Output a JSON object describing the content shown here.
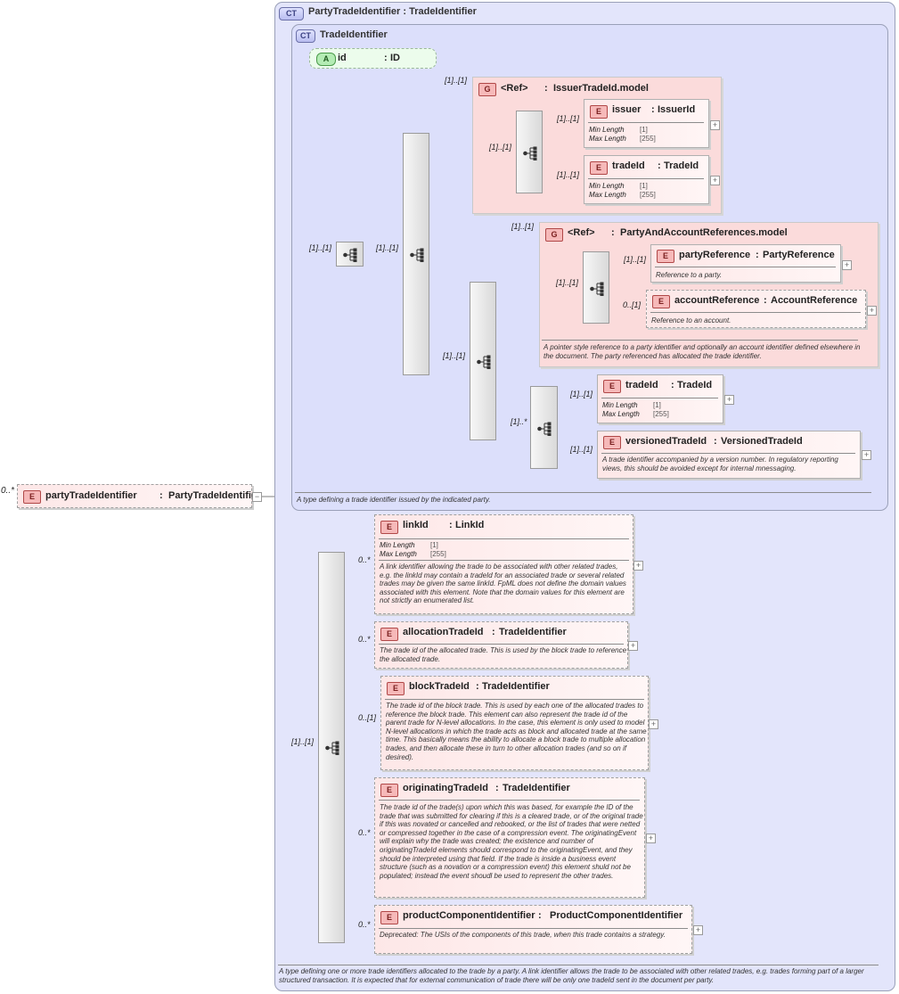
{
  "root": {
    "badge": "E",
    "name": "partyTradeIdentifier",
    "sep": ":",
    "type": "PartyTradeIdentifier",
    "card": "0..*",
    "collapse": "−"
  },
  "ct_outer": {
    "badge": "CT",
    "title": "PartyTradeIdentifier : TradeIdentifier",
    "doc": "A type defining one or more trade identifiers allocated to the trade by a party. A link identifier allows the trade to be associated with other related trades, e.g. trades forming part of a larger structured transaction. It is expected that for external communication of trade there will be only one tradeId sent in the document per party."
  },
  "ct_inner": {
    "badge": "CT",
    "title": "TradeIdentifier",
    "doc": "A type defining a trade identifier issued by the indicated party."
  },
  "attr_id": {
    "badge": "A",
    "name": "id",
    "sep": ":",
    "type": "ID"
  },
  "cards": {
    "choice_main": "[1]..[1]",
    "seq_main": "[1]..[1]",
    "g1_outer": "[1]..[1]",
    "g1_seq": "[1]..[1]",
    "issuer": "[1]..[1]",
    "tradeid1": "[1]..[1]",
    "g2_outer": "[1]..[1]",
    "seq2": "[1]..[1]",
    "g2_seq": "[1]..[1]",
    "partyref": "[1]..[1]",
    "accountref": "0..[1]",
    "seq3": "[1]..*",
    "tradeid2": "[1]..[1]",
    "versioned": "[1]..[1]",
    "lower_seq": "[1]..[1]",
    "linkid": "0..*",
    "allocation": "0..*",
    "block": "0..[1]",
    "originating": "0..*",
    "product": "0..*"
  },
  "group1": {
    "badge": "G",
    "ref": "<Ref>",
    "sep": ":",
    "type": "IssuerTradeId.model"
  },
  "group2": {
    "badge": "G",
    "ref": "<Ref>",
    "sep": ":",
    "type": "PartyAndAccountReferences.model",
    "doc": "A pointer style reference to a party identifier and optionally an account identifier defined elsewhere in the document. The party referenced has allocated the trade identifier."
  },
  "facets": {
    "min_label": "Min Length",
    "min_val": "[1]",
    "max_label": "Max Length",
    "max_val": "[255]"
  },
  "elements": {
    "issuer": {
      "badge": "E",
      "name": "issuer",
      "sep": ":",
      "type": "IssuerId"
    },
    "tradeid1": {
      "badge": "E",
      "name": "tradeId",
      "sep": ":",
      "type": "TradeId"
    },
    "partyref": {
      "badge": "E",
      "name": "partyReference",
      "sep": ":",
      "type": "PartyReference",
      "doc": "Reference to a party."
    },
    "accountref": {
      "badge": "E",
      "name": "accountReference",
      "sep": ":",
      "type": "AccountReference",
      "doc": "Reference to an account."
    },
    "tradeid2": {
      "badge": "E",
      "name": "tradeId",
      "sep": ":",
      "type": "TradeId"
    },
    "versioned": {
      "badge": "E",
      "name": "versionedTradeId",
      "sep": ":",
      "type": "VersionedTradeId",
      "doc": "A trade identifier accompanied by a version number. In regulatory reporting views, this should be avoided except for internal mnessaging."
    },
    "linkid": {
      "badge": "E",
      "name": "linkId",
      "sep": ":",
      "type": "LinkId",
      "doc": "A link identifier allowing the trade to be associated with other related trades, e.g. the linkId may contain a tradeId for an associated trade or several related trades may be given the same linkId. FpML does not define the domain values associated with this element. Note that the domain values for this element are not strictly an enumerated list."
    },
    "allocation": {
      "badge": "E",
      "name": "allocationTradeId",
      "sep": ":",
      "type": "TradeIdentifier",
      "doc": "The trade id of the allocated trade. This is used by the block trade to reference the allocated trade."
    },
    "block": {
      "badge": "E",
      "name": "blockTradeId",
      "sep": ":",
      "type": "TradeIdentifier",
      "doc": "The trade id of the block trade. This is used by each one of the allocated trades to reference the block trade. This element can also represent the trade id of the parent trade for N-level allocations. In the case, this element is only used to model N-level allocations in which the trade acts as block and allocated trade at the same time. This basically means the ability to allocate a block trade to multiple allocation trades, and then allocate these in turn to other allocation trades (and so on if desired)."
    },
    "originating": {
      "badge": "E",
      "name": "originatingTradeId",
      "sep": ":",
      "type": "TradeIdentifier",
      "doc": "The trade id of the trade(s) upon which this was based, for example the ID of the trade that was submitted for clearing if this is a cleared trade, or of the original trade if this was novated or cancelled and rebooked, or the list of trades that were netted or compressed together in the case of a compression event. The originatingEvent will explain why the trade was created; the existence and number of originatingTradeId elements should correspond to the originatingEvent, and they should be interpreted using that field. If the trade is inside a business event structure (such as a novation or a compression event) this element shuld not be populated; instead the event shoudl be used to represent the other trades."
    },
    "product": {
      "badge": "E",
      "name": "productComponentIdentifier",
      "sep": ":",
      "type": "ProductComponentIdentifier",
      "doc": "Deprecated: The USIs of the components of this trade, when this trade contains a strategy."
    }
  },
  "expand": "+"
}
